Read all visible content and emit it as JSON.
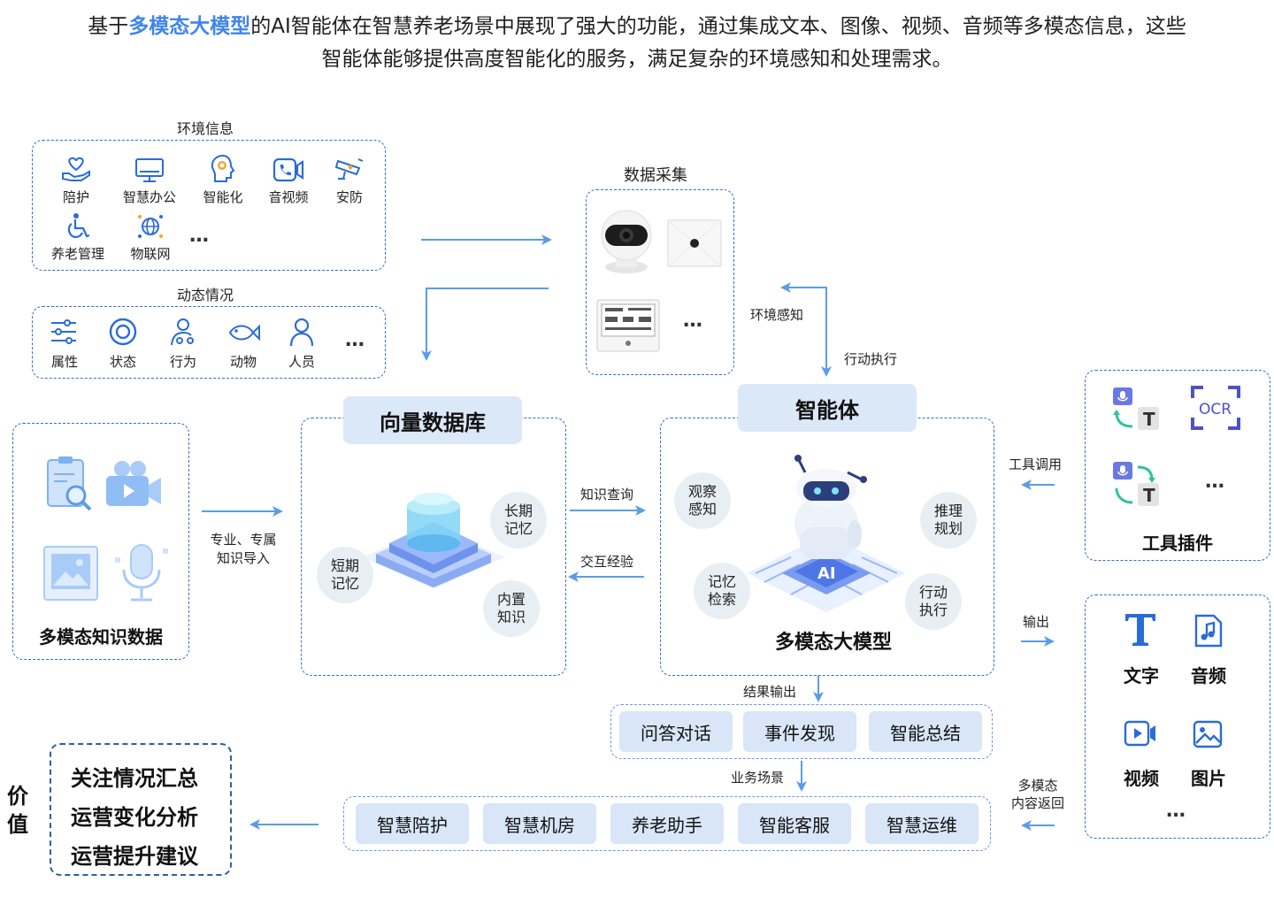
{
  "intro": {
    "prefix": "基于",
    "highlight": "多模态大模型",
    "line1_rest": "的AI智能体在智慧养老场景中展现了强大的功能，通过集成文本、图像、视频、音频等多模态信息，这些",
    "line2": "智能体能够提供高度智能化的服务，满足复杂的环境感知和处理需求。"
  },
  "env_info": {
    "title": "环境信息",
    "items": [
      "陪护",
      "智慧办公",
      "智能化",
      "音视频",
      "安防",
      "养老管理",
      "物联网"
    ],
    "more": "…"
  },
  "dynamic": {
    "title": "动态情况",
    "items": [
      "属性",
      "状态",
      "行为",
      "动物",
      "人员"
    ],
    "more": "…"
  },
  "data_collect": {
    "title": "数据采集",
    "more": "…"
  },
  "edges": {
    "env_sense": "环境感知",
    "action_exec": "行动执行",
    "import_l1": "专业、专属",
    "import_l2": "知识导入",
    "knowledge_query": "知识查询",
    "interaction_exp": "交互经验",
    "tool_call": "工具调用",
    "output": "输出",
    "result_output": "结果输出",
    "business_scene": "业务场景",
    "mm_return_l1": "多模态",
    "mm_return_l2": "内容返回"
  },
  "knowledge": {
    "title": "多模态知识数据"
  },
  "vector_db": {
    "title": "向量数据库",
    "long_memory": [
      "长期",
      "记忆"
    ],
    "short_memory": [
      "短期",
      "记忆"
    ],
    "builtin": [
      "内置",
      "知识"
    ]
  },
  "agent": {
    "title": "智能体",
    "model": "多模态大模型",
    "observe": [
      "观察",
      "感知"
    ],
    "reason": [
      "推理",
      "规划"
    ],
    "memory": [
      "记忆",
      "检索"
    ],
    "action": [
      "行动",
      "执行"
    ],
    "chip_text": "AI"
  },
  "tools": {
    "title": "工具插件",
    "ocr": "OCR",
    "t": "T",
    "more": "…"
  },
  "outputs": {
    "items": [
      "文字",
      "音频",
      "视频",
      "图片"
    ],
    "more": "…"
  },
  "results": [
    "问答对话",
    "事件发现",
    "智能总结"
  ],
  "scenes": [
    "智慧陪护",
    "智慧机房",
    "养老助手",
    "智能客服",
    "智慧运维"
  ],
  "value": {
    "label": [
      "价",
      "值"
    ],
    "items": [
      "关注情况汇总",
      "运营变化分析",
      "运营提升建议"
    ]
  },
  "colors": {
    "accent": "#3f86e8",
    "chip_bg": "#d8e6f7",
    "dash": "#3a6fb8",
    "arrow": "#5b9ce8"
  }
}
